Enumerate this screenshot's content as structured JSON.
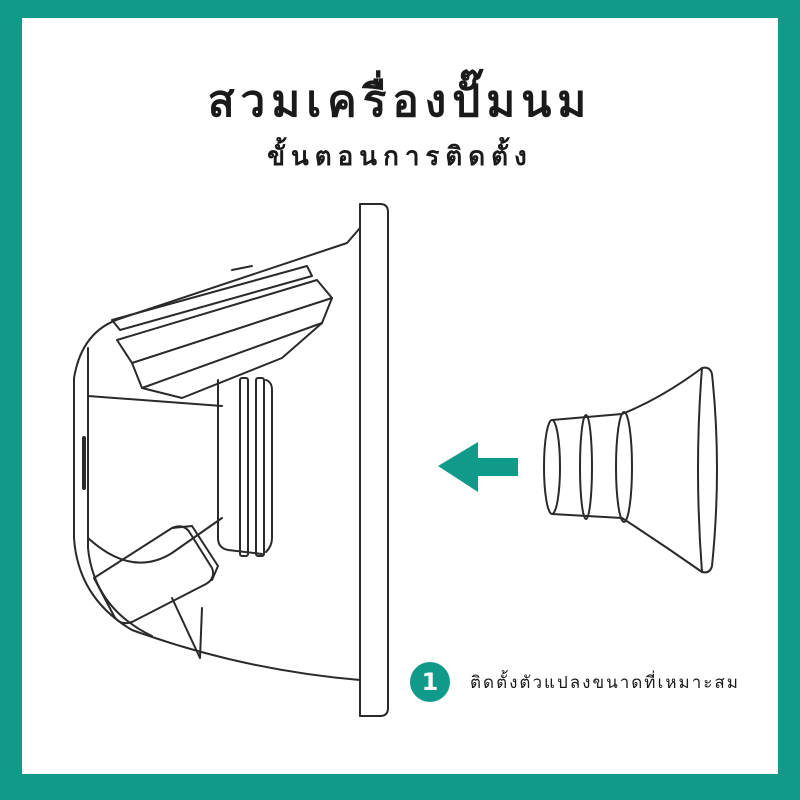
{
  "title": "สวมเครื่องปั๊มนม",
  "subtitle": "ขั้นตอนการติดตั้ง",
  "step": {
    "number": "1",
    "text": "ติดตั้งตัวแปลงขนาดที่เหมาะสม"
  },
  "colors": {
    "frame": "#0f9a8a",
    "arrow": "#0f9a8a",
    "line": "#2a2a2a"
  },
  "icons": {
    "pump": "breast-pump-body-illustration",
    "flange": "breast-shield-flange-illustration",
    "arrow": "arrow-left-icon"
  }
}
